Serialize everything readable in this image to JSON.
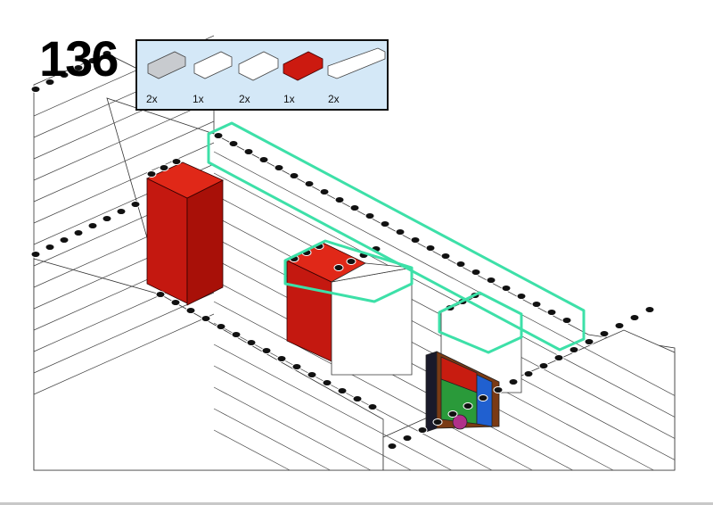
{
  "step": {
    "number": "136"
  },
  "parts_list": [
    {
      "name": "brick-1x4",
      "color": "#c8cbcf",
      "quantity": "2x"
    },
    {
      "name": "brick-1x4",
      "color": "#ffffff",
      "quantity": "1x"
    },
    {
      "name": "brick-2x3",
      "color": "#ffffff",
      "quantity": "2x"
    },
    {
      "name": "brick-2x3",
      "color": "#cc1a10",
      "quantity": "1x"
    },
    {
      "name": "brick-1x6",
      "color": "#ffffff",
      "quantity": "2x"
    }
  ],
  "colors": {
    "highlight": "#3de0a8",
    "red": "#cc1a10",
    "callout_bg": "#d4e8f7"
  }
}
